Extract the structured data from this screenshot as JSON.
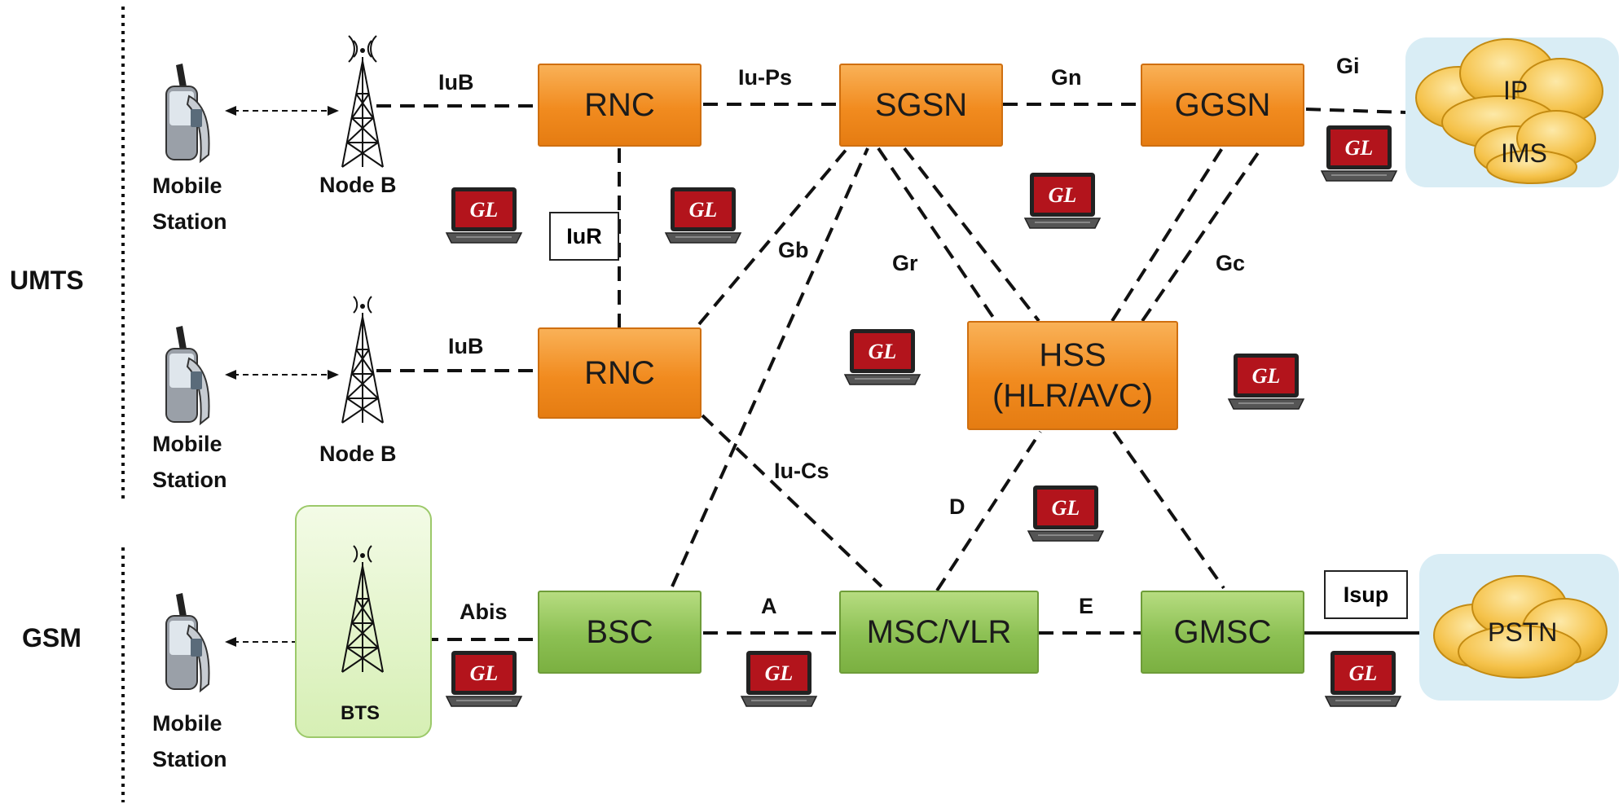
{
  "sections": {
    "umts": "UMTS",
    "gsm": "GSM"
  },
  "nodes": {
    "rnc1": "RNC",
    "rnc2": "RNC",
    "sgsn": "SGSN",
    "ggsn": "GGSN",
    "hss_line1": "HSS",
    "hss_line2": "(HLR/AVC)",
    "bsc": "BSC",
    "msc": "MSC/VLR",
    "gmsc": "GMSC"
  },
  "devices": {
    "ms1_line1": "Mobile",
    "ms1_line2": "Station",
    "ms2_line1": "Mobile",
    "ms2_line2": "Station",
    "ms3_line1": "Mobile",
    "ms3_line2": "Station",
    "nodeb1": "Node B",
    "nodeb2": "Node B",
    "bts": "BTS"
  },
  "clouds": {
    "ip": "IP",
    "ims": "IMS",
    "pstn": "PSTN"
  },
  "interfaces": {
    "iub1": "IuB",
    "iub2": "IuB",
    "iups": "Iu-Ps",
    "iur": "IuR",
    "iucs": "Iu-Cs",
    "gn": "Gn",
    "gi": "Gi",
    "gb": "Gb",
    "gr": "Gr",
    "gc": "Gc",
    "d": "D",
    "abis": "Abis",
    "a": "A",
    "e": "E",
    "isup": "Isup"
  },
  "probe_label": "GL",
  "colors": {
    "umts_node": "#f18b1f",
    "gsm_node": "#8cc053",
    "cloud": "#f5c24a",
    "cloud_panel": "#d9edf5",
    "probe": "#b3141c"
  }
}
